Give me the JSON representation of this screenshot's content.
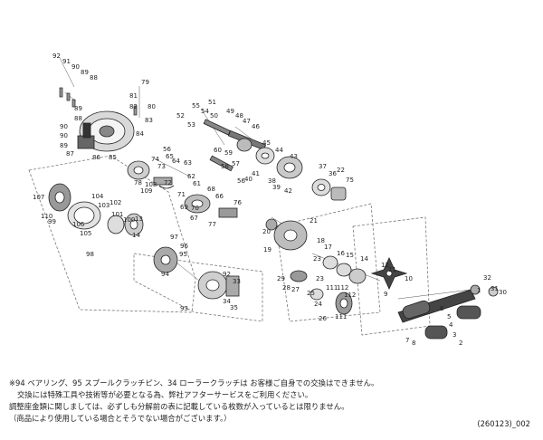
{
  "diagram": {
    "labels": [
      "92",
      "91",
      "90",
      "89",
      "88",
      "79",
      "81",
      "82",
      "80",
      "83",
      "84",
      "85",
      "86",
      "87",
      "89",
      "88",
      "90",
      "90",
      "89",
      "55",
      "54",
      "53",
      "52",
      "51",
      "50",
      "49",
      "48",
      "47",
      "46",
      "45",
      "44",
      "43",
      "56",
      "65",
      "64",
      "63",
      "62",
      "61",
      "60",
      "59",
      "58",
      "57",
      "56",
      "40",
      "41",
      "42",
      "39",
      "38",
      "37",
      "36",
      "22",
      "75",
      "74",
      "73",
      "72",
      "71",
      "70",
      "69",
      "68",
      "67",
      "66",
      "77",
      "76",
      "78",
      "109",
      "108",
      "107",
      "106",
      "105",
      "104",
      "103",
      "102",
      "101",
      "100",
      "13",
      "14",
      "110",
      "99",
      "98",
      "97",
      "96",
      "95",
      "94",
      "93",
      "92",
      "33",
      "34",
      "35",
      "21",
      "20",
      "19",
      "18",
      "17",
      "16",
      "15",
      "14",
      "12",
      "11",
      "10",
      "9",
      "8",
      "7",
      "6",
      "5",
      "4",
      "3",
      "2",
      "1",
      "32",
      "31",
      "30",
      "29",
      "28",
      "27",
      "26",
      "25",
      "24",
      "23",
      "111",
      "112"
    ]
  },
  "notes": {
    "line1": "※94 ベアリング、95 スプールクラッチピン、34 ローラークラッチは お客様ご自身での交換はできません。",
    "line2": "交換には特殊工具や技術等が必要となる為、弊社アフターサービスをご利用ください。",
    "line3": "調整座金類に関しましては、必ずしも分解前の表に記載している枚数が入っているとは限りません。",
    "line4": "（商品により使用している場合とそうでない場合がございます。）"
  },
  "code": "(260123)_002"
}
